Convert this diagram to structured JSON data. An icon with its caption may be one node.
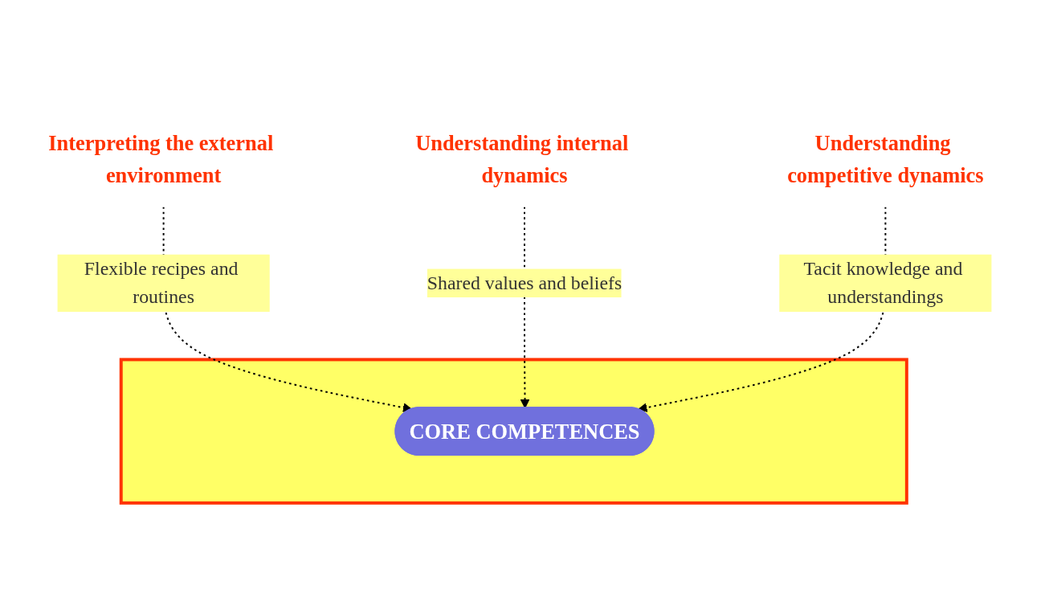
{
  "diagram": {
    "nodes": [
      {
        "text": [
          "Interpreting the external environment"
        ]
      },
      {
        "text": [],
        "shape": "triangle"
      },
      {
        "text": [
          "CORE COMPETENCES"
        ],
        "in": 1
      },
      {
        "text": [
          "Understanding internal dynamics"
        ]
      },
      {
        "text": [
          "Understanding competitive dynamics"
        ]
      }
    ],
    "edges": [
      {
        "from": 0,
        "to": 2,
        "arrow": "to",
        "style": "dashed",
        "label": "Flexible recipes and routines"
      },
      {
        "from": 3,
        "to": 2,
        "arrow": "to",
        "style": "dashed",
        "label": "Shared values and beliefs"
      },
      {
        "from": 4,
        "to": 2,
        "arrow": "to",
        "style": "dashed",
        "label": "Tacit knowledge and understandings"
      }
    ]
  }
}
